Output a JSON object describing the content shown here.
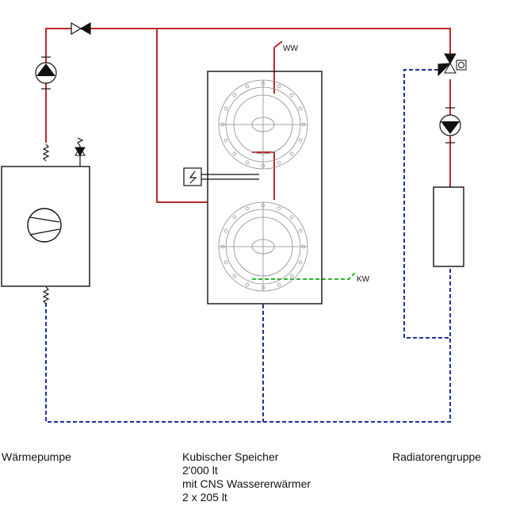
{
  "labels": {
    "ww": "WW",
    "kw": "KW"
  },
  "captions": {
    "heat_pump": "Wärmepumpe",
    "storage_line1": "Kubischer Speicher",
    "storage_line2": "2'000 lt",
    "storage_line3": "mit CNS Wassererwärmer",
    "storage_line4": "2 x 205 lt",
    "radiator_group": "Radiatorengruppe"
  },
  "colors": {
    "supply": "#c0272d",
    "return": "#1f2f9f",
    "cold_water": "#2fb52f"
  }
}
